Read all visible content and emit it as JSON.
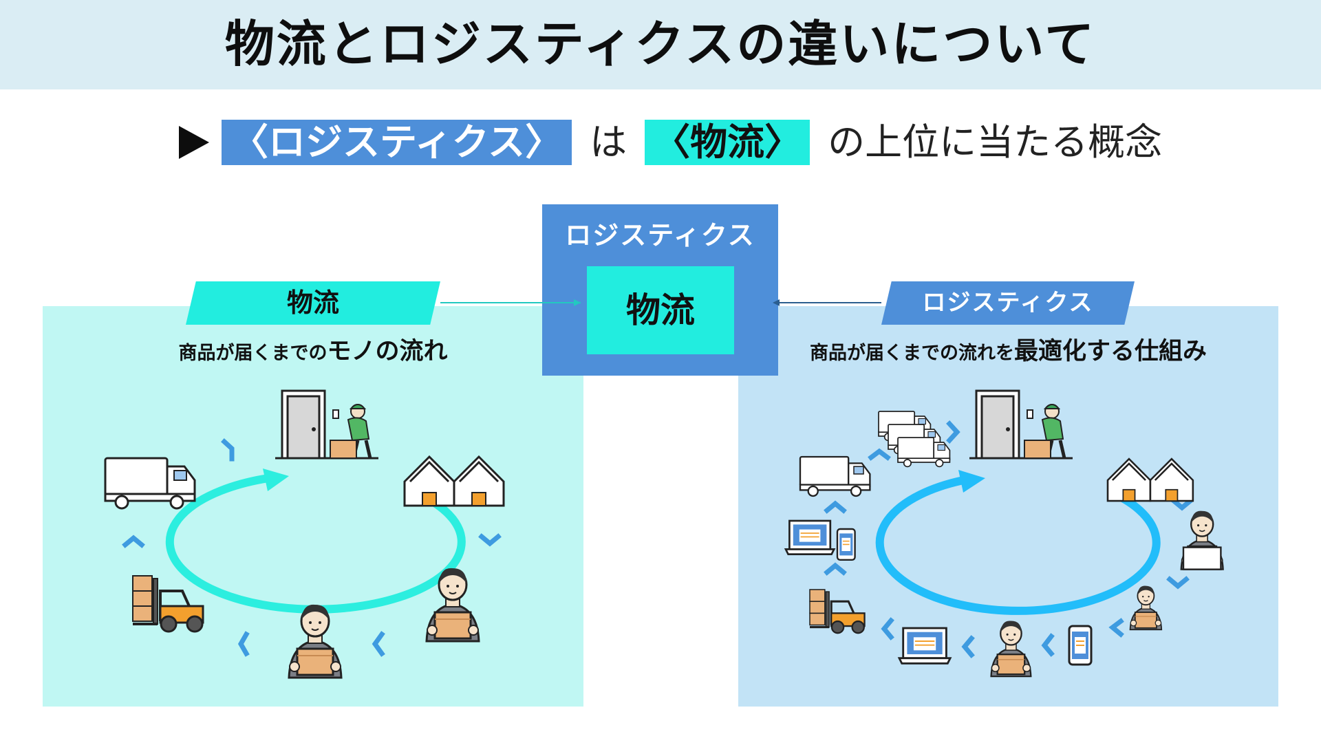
{
  "header": {
    "title": "物流とロジスティクスの違いについて"
  },
  "subtitle": {
    "term_logistics": "〈ロジスティクス〉",
    "particle": "は",
    "term_butsuryu": "〈物流〉",
    "rest": "の上位に当たる概念"
  },
  "center": {
    "outer_label": "ロジスティクス",
    "inner_label": "物流"
  },
  "left": {
    "tag": "物流",
    "desc_prefix": "商品が届くまでの",
    "desc_emph1": "モノ",
    "desc_mid": "の",
    "desc_emph2": "流れ"
  },
  "right": {
    "tag": "ロジスティクス",
    "desc_prefix": "商品が届くまでの流れを",
    "desc_emph": "最適化する仕組み"
  },
  "colors": {
    "accent_blue": "#4e8fd9",
    "accent_teal": "#22eddf",
    "left_panel_bg": "#c0f7f3",
    "right_panel_bg": "#c2e3f6",
    "title_bar_bg": "#daedf4",
    "left_cycle": "#2ceedf",
    "right_cycle": "#22bdfa",
    "chevron": "#3e9be0"
  },
  "icons": {
    "left": [
      "door-delivery-icon",
      "warehouse-icon",
      "worker-box-icon",
      "worker-box-icon",
      "forklift-icon",
      "truck-icon"
    ],
    "right": [
      "door-delivery-icon",
      "warehouse-icon",
      "operator-laptop-icon",
      "worker-box-icon",
      "smartphone-icon",
      "worker-box-icon",
      "laptop-icon",
      "forklift-icon",
      "laptop-phone-icon",
      "truck-icon",
      "truck-fleet-icon"
    ]
  }
}
